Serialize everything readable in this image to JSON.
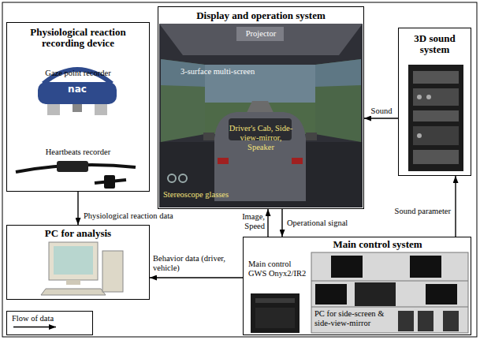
{
  "diagram": {
    "nodes": [
      {
        "text": [
          "Physiological reaction recording device",
          "Gaze point recorder",
          "Heartbeats recorder"
        ]
      },
      {
        "text": [
          "Display and operation system",
          "Projector",
          "3-surface multi-screen",
          "Driver's Cab, Side-view-mirror, Speaker",
          "Stereoscope glasses"
        ]
      },
      {
        "text": [
          "3D sound system"
        ]
      },
      {
        "text": [
          "PC for analysis"
        ]
      },
      {
        "text": [
          "Main control system",
          "Main control GWS Onyx2/IR2",
          "PC for side-screen & side-view-mirror"
        ]
      }
    ],
    "edges": [
      {
        "from": 0,
        "to": 3,
        "label": "Physiological reaction data",
        "arrow": "to"
      },
      {
        "from": 4,
        "to": 3,
        "label": "Behavior data (driver, vehicle)",
        "arrow": "to"
      },
      {
        "from": 4,
        "to": 1,
        "label": "Image, Speed",
        "arrow": "to"
      },
      {
        "from": 1,
        "to": 4,
        "label": "Operational signal",
        "arrow": "to"
      },
      {
        "from": 4,
        "to": 2,
        "label": "Sound parameter",
        "arrow": "to"
      },
      {
        "from": 2,
        "to": 1,
        "label": "Sound",
        "arrow": "to"
      }
    ],
    "labels": [
      "nac"
    ],
    "legend": [
      {
        "text": "Flow of data"
      }
    ]
  }
}
